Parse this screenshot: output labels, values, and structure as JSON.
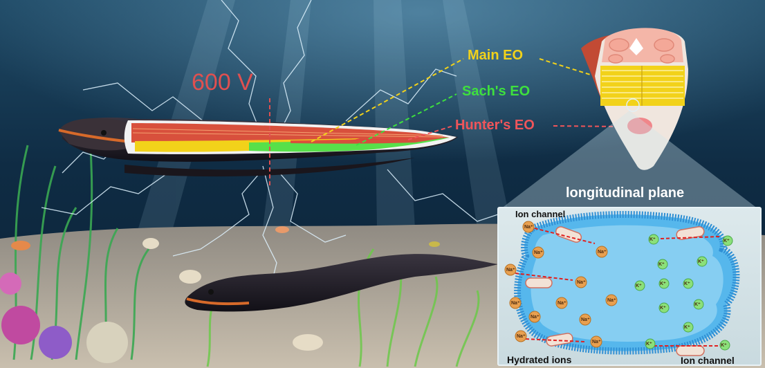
{
  "labels": {
    "voltage": "600 V",
    "main_eo": "Main EO",
    "sachs_eo": "Sach's EO",
    "hunters_eo": "Hunter's EO",
    "longitudinal_plane": "longitudinal plane",
    "ion_channel_top": "Ion channel",
    "ion_channel_bottom": "Ion channel",
    "hydrated_ions": "Hydrated ions"
  },
  "ions": {
    "sodium": "Na⁺",
    "potassium": "K⁺"
  },
  "colors": {
    "main_eo": "#f2d21a",
    "sachs_eo": "#3ee03e",
    "hunters_eo": "#f0555a",
    "voltage": "#e05050",
    "membrane": "#3aa6e8",
    "sodium": "#e8a050",
    "potassium": "#7ed860"
  }
}
